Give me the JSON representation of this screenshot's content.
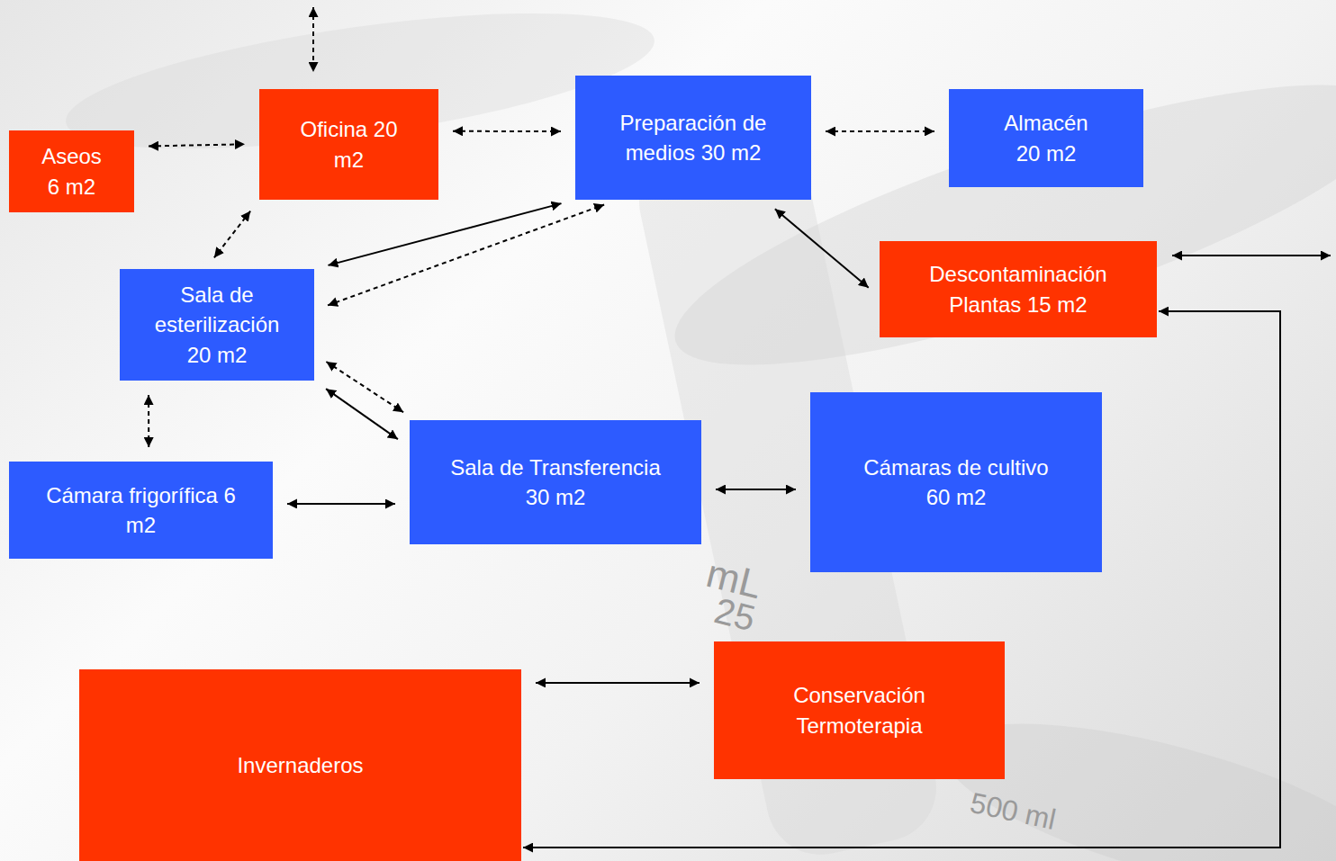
{
  "diagram": {
    "nodes": [
      {
        "text": [
          "Aseos 6 m2"
        ]
      },
      {
        "text": [
          "Oficina 20 m2"
        ]
      },
      {
        "text": [
          "Preparación de medios 30 m2"
        ]
      },
      {
        "text": [
          "Almacén 20 m2"
        ]
      },
      {
        "text": [
          "Sala de esterilización 20 m2"
        ]
      },
      {
        "text": [
          "Descontaminación Plantas 15 m2"
        ]
      },
      {
        "text": [
          "Cámara frigorífica 6 m2"
        ]
      },
      {
        "text": [
          "Sala de Transferencia 30 m2"
        ]
      },
      {
        "text": [
          "Cámaras de cultivo 60 m2"
        ]
      },
      {
        "text": [
          "Conservación Termoterapia"
        ]
      },
      {
        "text": [
          "Invernaderos"
        ]
      }
    ],
    "edges": [
      {
        "from": 0,
        "to": 1,
        "arrow": "both"
      },
      {
        "from": 1,
        "to": 2,
        "arrow": "both"
      },
      {
        "from": 2,
        "to": 3,
        "arrow": "both"
      },
      {
        "from": 1,
        "to": 4,
        "arrow": "both"
      },
      {
        "from": 4,
        "to": 2,
        "arrow": "both"
      },
      {
        "from": 4,
        "to": 2,
        "arrow": "both"
      },
      {
        "from": 2,
        "to": 5,
        "arrow": "both"
      },
      {
        "from": 10,
        "to": 5,
        "arrow": "both"
      },
      {
        "from": 4,
        "to": 7,
        "arrow": "both"
      },
      {
        "from": 4,
        "to": 7,
        "arrow": "both"
      },
      {
        "from": 4,
        "to": 6,
        "arrow": "both"
      },
      {
        "from": 6,
        "to": 7,
        "arrow": "both"
      },
      {
        "from": 7,
        "to": 8,
        "arrow": "both"
      },
      {
        "from": 10,
        "to": 9,
        "arrow": "both"
      }
    ],
    "labels": [
      "mL",
      "25",
      "500 ml"
    ]
  }
}
